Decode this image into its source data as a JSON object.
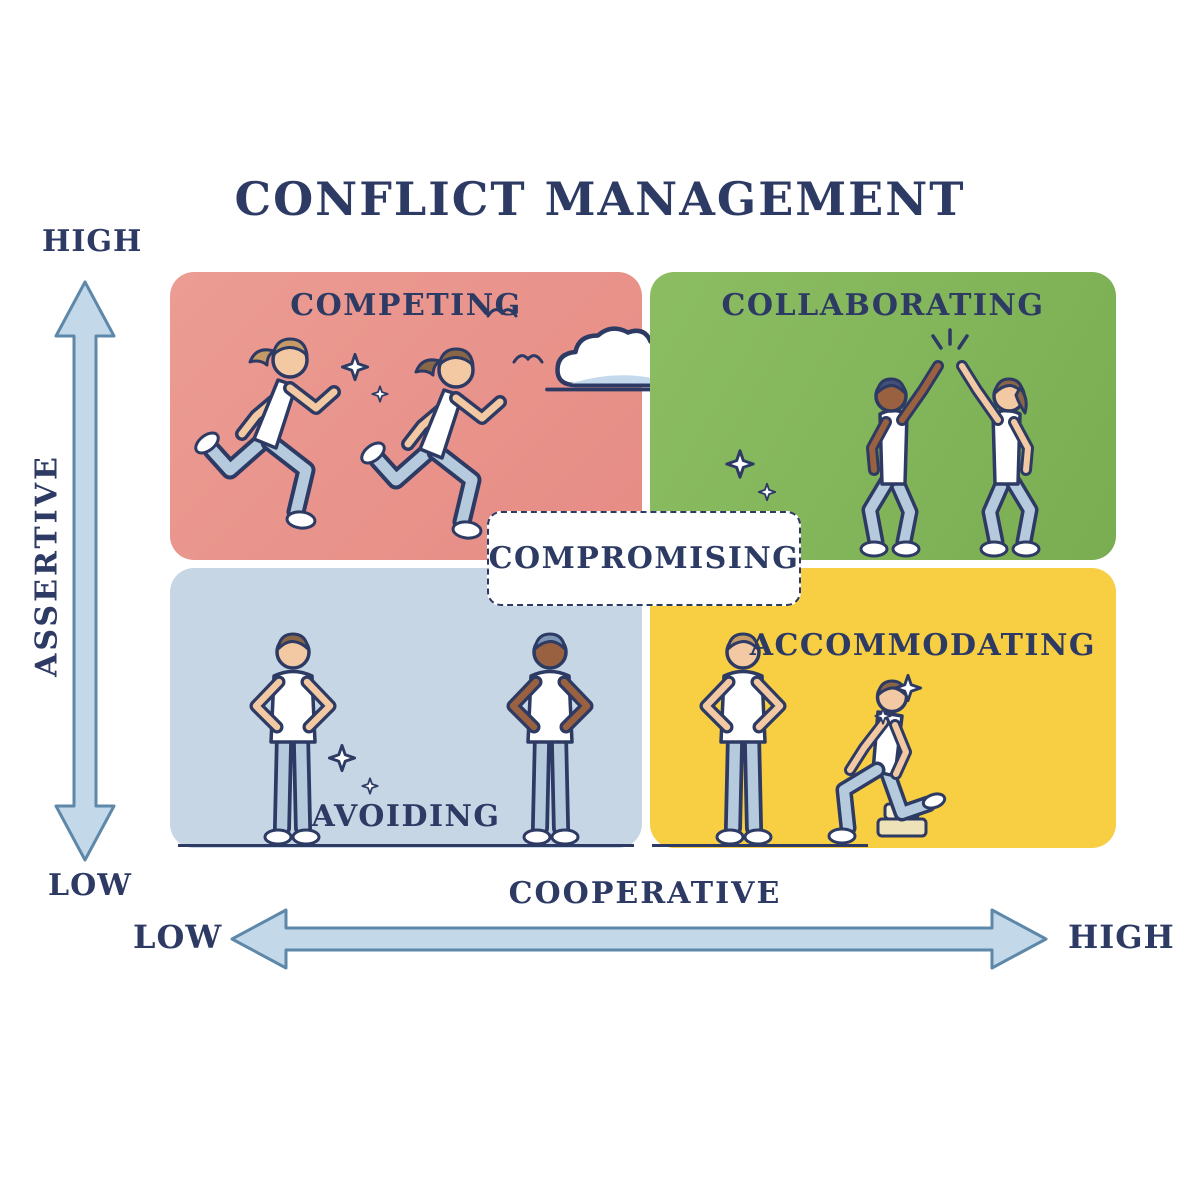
{
  "title": "CONFLICT MANAGEMENT",
  "vertical_axis": {
    "label": "ASSERTIVE",
    "top_label": "HIGH",
    "bottom_label": "LOW"
  },
  "horizontal_axis": {
    "label": "COOPERATIVE",
    "left_label": "LOW",
    "right_label": "HIGH"
  },
  "quadrants": {
    "competing": {
      "label": "COMPETING",
      "color": "#e8948c",
      "illustration": "two-people-running"
    },
    "collaborating": {
      "label": "COLLABORATING",
      "color": "#83b65c",
      "illustration": "two-people-high-five"
    },
    "avoiding": {
      "label": "AVOIDING",
      "color": "#c6d6e4",
      "illustration": "two-people-backs-turned"
    },
    "accommodating": {
      "label": "ACCOMMODATING",
      "color": "#f8ce42",
      "illustration": "person-kneeling-beside-standing-person"
    }
  },
  "center_label": "COMPROMISING",
  "decorations": [
    "sparkle",
    "bird",
    "cloud"
  ],
  "colors": {
    "outline": "#2d3a64",
    "text": "#2d3a64",
    "arrow_fill": "#c3d8e9",
    "arrow_stroke": "#5e88a9",
    "background": "#ffffff"
  }
}
